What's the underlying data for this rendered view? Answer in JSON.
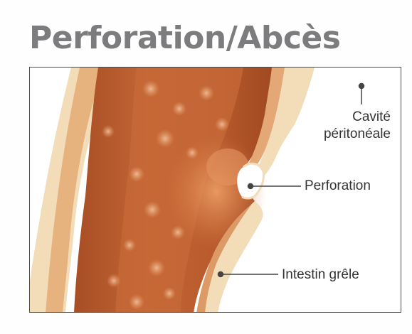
{
  "title": "Perforation/Abcès",
  "labels": {
    "cavite_line1": "Cavité",
    "cavite_line2": "péritonéale",
    "perforation": "Perforation",
    "intestin": "Intestin grêle"
  },
  "colors": {
    "title_gray": "#7c7b7d",
    "frame_border": "#4a4a4a",
    "tissue_dark": "#b0562a",
    "tissue_mid": "#c9703e",
    "tissue_light": "#e08e58",
    "wall_cream": "#f2ddb8",
    "leader_line": "#444444"
  }
}
